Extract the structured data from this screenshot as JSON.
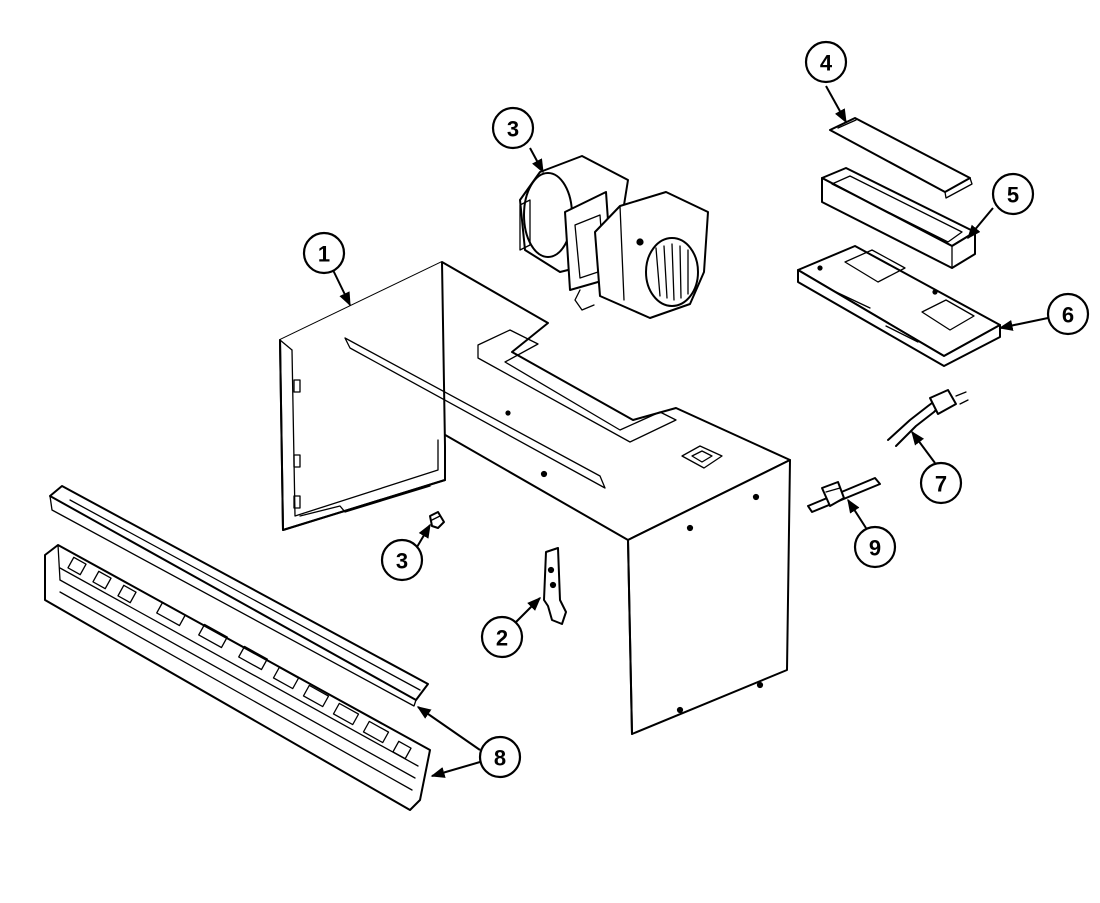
{
  "callouts": [
    {
      "id": "c1",
      "number": "1"
    },
    {
      "id": "c2",
      "number": "2"
    },
    {
      "id": "c3a",
      "number": "3"
    },
    {
      "id": "c3b",
      "number": "3"
    },
    {
      "id": "c4",
      "number": "4"
    },
    {
      "id": "c5",
      "number": "5"
    },
    {
      "id": "c6",
      "number": "6"
    },
    {
      "id": "c7",
      "number": "7"
    },
    {
      "id": "c8",
      "number": "8"
    },
    {
      "id": "c9",
      "number": "9"
    }
  ]
}
